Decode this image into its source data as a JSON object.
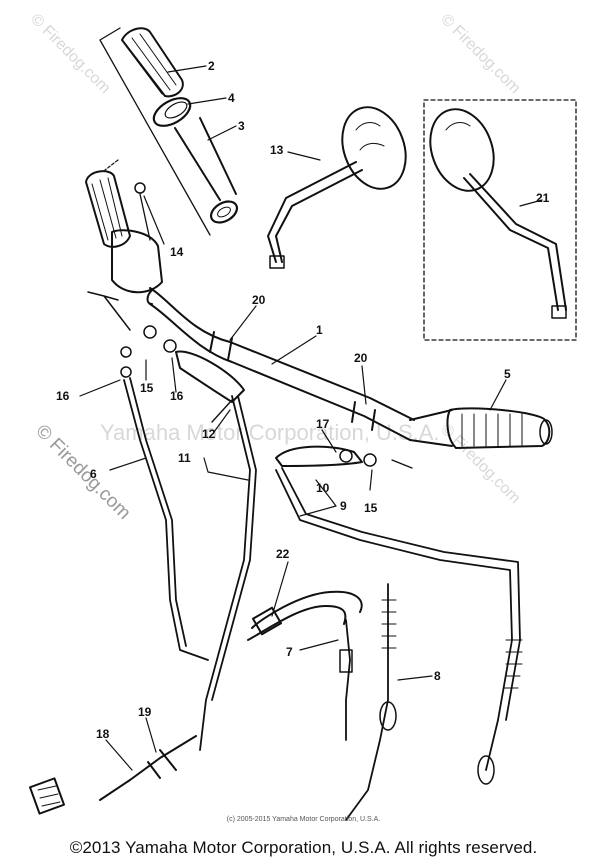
{
  "watermarks": {
    "corner": "© Firedog.com",
    "side": "© Firedog.com",
    "center": "Yamaha Motor Corporation, U.S.A."
  },
  "callouts": [
    "1",
    "2",
    "3",
    "4",
    "5",
    "6",
    "7",
    "8",
    "9",
    "10",
    "11",
    "12",
    "13",
    "14",
    "15",
    "15",
    "16",
    "16",
    "17",
    "18",
    "19",
    "20",
    "20",
    "21",
    "22"
  ],
  "footer": {
    "small_credit": "(c) 2005-2015 Yamaha Motor Corporation, U.S.A.",
    "copyright": "©2013 Yamaha Motor Corporation, U.S.A. All rights reserved."
  }
}
